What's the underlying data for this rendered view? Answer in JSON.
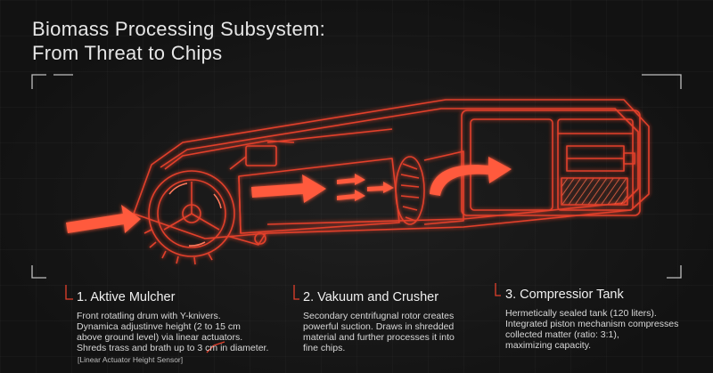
{
  "title": {
    "line1": "Biomass Processing Subsystem:",
    "line2": "From Threat to Chips"
  },
  "sections": [
    {
      "heading": "1. Aktive Mulcher",
      "body": "Front rotatling drum with Y-knivers.\nDynamica adjustinve height (2 to 15 cm\nabove ground level) via linear actuators.\nShreds trass and brath up to 3 cm in diameter."
    },
    {
      "heading": "2. Vakuum and Crusher",
      "body": "Secondary centrifugnal rotor creates\npowerful suction. Draws in shredded\nmaterial and further processes it into\nfine chips."
    },
    {
      "heading": "3. Compressior Tank",
      "body": "Hermetically sealed tank (120 liters).\nIntegrated piston mechanism compresses\ncollected matter (ratio: 3:1),\nmaximizing capacity."
    }
  ],
  "sensor_note": "[Linear Actuator Height Sensor]",
  "colors": {
    "background": "#141414",
    "accent": "#ff5a3c",
    "line": "#e2402c",
    "text": "#e6e6e6"
  }
}
